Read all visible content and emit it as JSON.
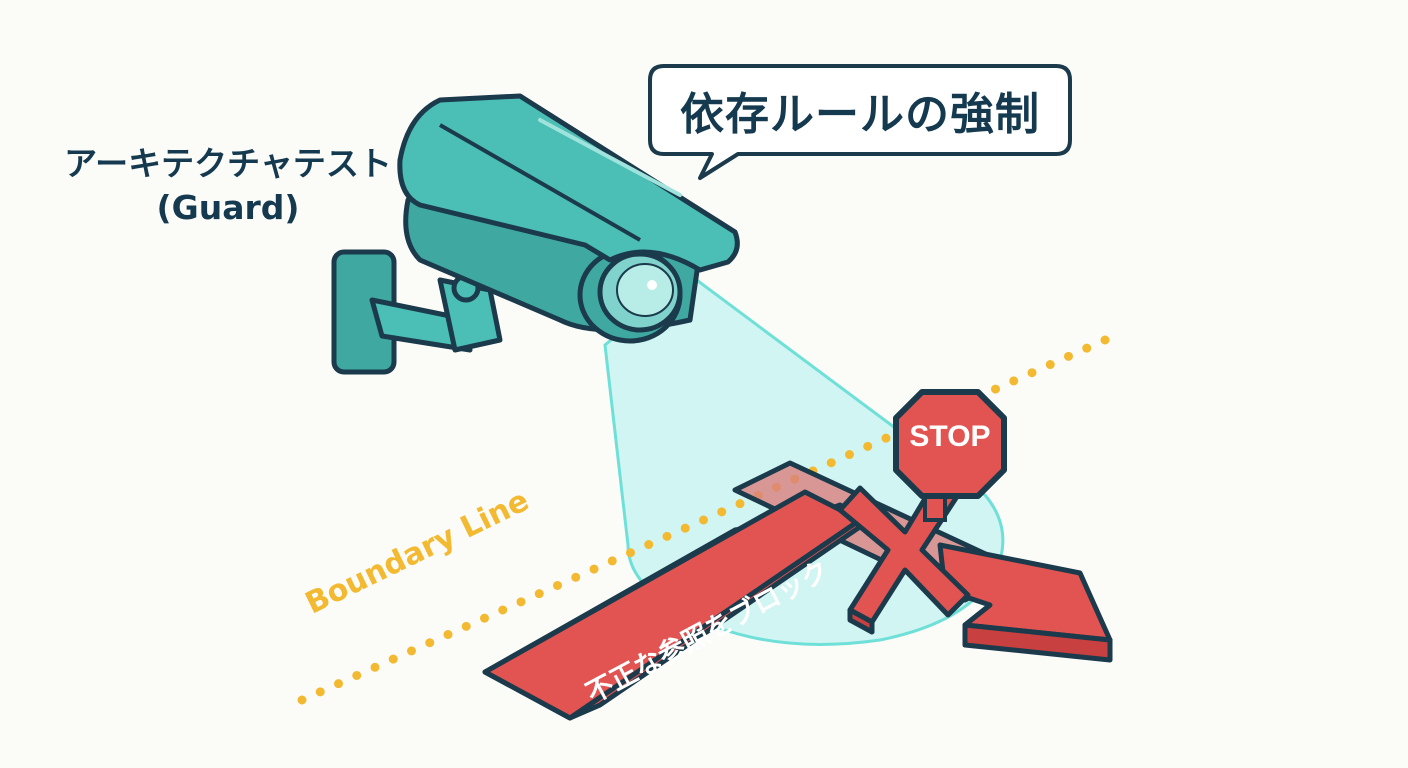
{
  "guard_label": {
    "line1": "アーキテクチャテスト",
    "line2": "(Guard)"
  },
  "speech_bubble": {
    "text": "依存ルールの強制"
  },
  "boundary": {
    "label": "Boundary Line"
  },
  "blocked_arrow": {
    "label": "不正な参照をブロック"
  },
  "stop_sign": {
    "text": "STOP"
  },
  "icons": [
    "security-camera-icon",
    "stop-sign-icon",
    "x-mark-icon",
    "arrow-icon",
    "speech-bubble-icon"
  ],
  "colors": {
    "background": "#fbfbf8",
    "camera_teal": "#4bbfb5",
    "outline_navy": "#1b3a4b",
    "beam_cyan": "#aef0ec",
    "boundary_yellow": "#f3b930",
    "block_red": "#e25452",
    "text_navy": "#153a4f"
  }
}
